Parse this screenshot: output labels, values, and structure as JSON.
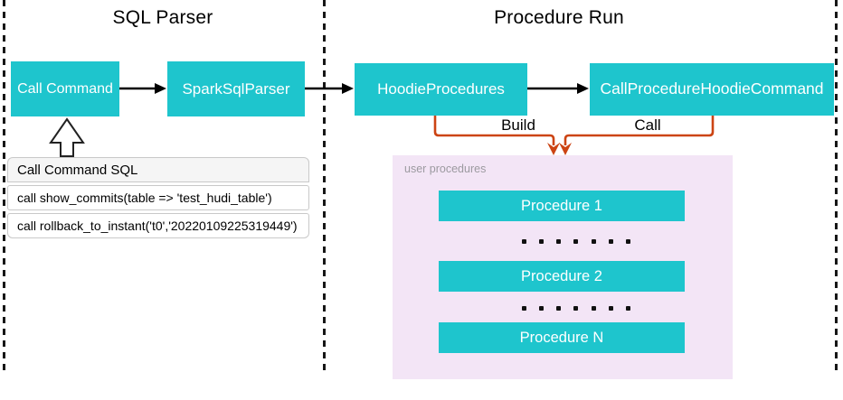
{
  "sections": {
    "sql_parser_title": "SQL Parser",
    "procedure_run_title": "Procedure Run"
  },
  "nodes": {
    "call_command": "Call Command",
    "spark_sql_parser": "SparkSqlParser",
    "hoodie_procedures": "HoodieProcedures",
    "call_procedure_hoodie_command": "CallProcedureHoodieCommand"
  },
  "edges": {
    "build_label": "Build",
    "call_label": "Call"
  },
  "sql_panel": {
    "header": "Call Command SQL",
    "rows": [
      "call show_commits(table => 'test_hudi_table')",
      "call rollback_to_instant('t0','20220109225319449')"
    ]
  },
  "user_procedures": {
    "label": "user procedures",
    "items": [
      "Procedure 1",
      "Procedure 2",
      "Procedure N"
    ]
  },
  "colors": {
    "node_fill": "#1ec5cd",
    "node_text": "#ffffff",
    "panel_fill": "#f3e5f6",
    "connector_orange": "#cc4413",
    "arrow_black": "#000000",
    "sql_header_bg": "#f5f5f5",
    "border_gray": "#c9c9c9"
  }
}
